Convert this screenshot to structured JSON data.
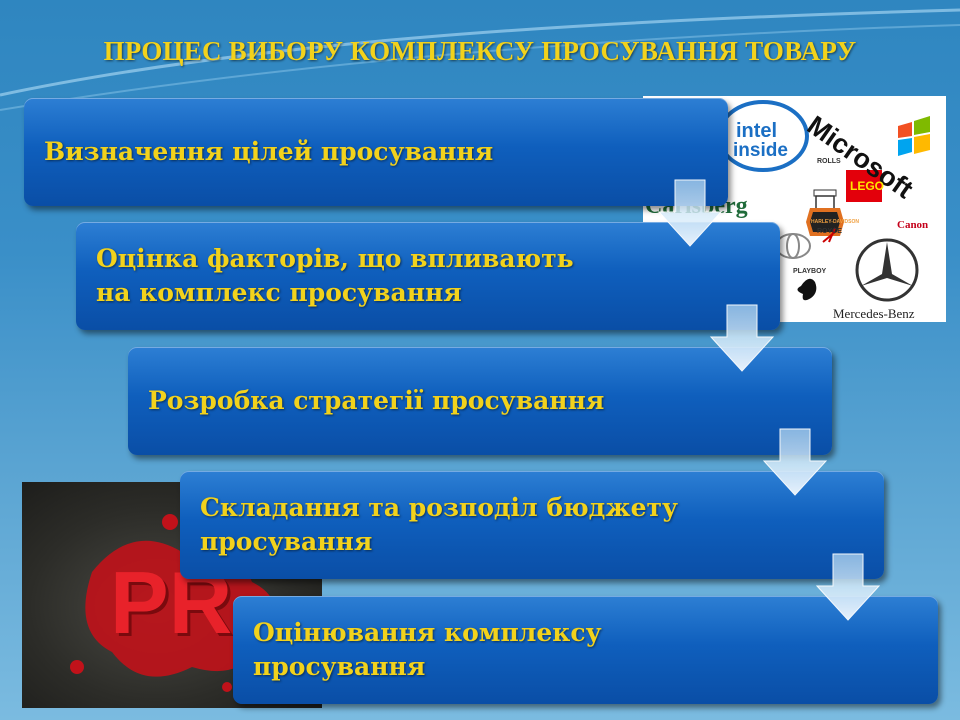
{
  "title": "ПРОЦЕС ВИБОРУ КОМПЛЕКСУ ПРОСУВАННЯ ТОВАРУ",
  "steps": [
    {
      "label": "Визначення цілей просування"
    },
    {
      "label": "Оцінка факторів, що впливають\nна комплекс просування"
    },
    {
      "label": "Розробка стратегії просування"
    },
    {
      "label": "Складання та розподіл бюджету\nпросування"
    },
    {
      "label": "Оцінювання комплексу\nпросування"
    }
  ],
  "logos": {
    "intel": "intel",
    "inside": "inside",
    "microsoft": "Microsoft",
    "lego": "LEGO",
    "canon": "Canon",
    "harley": "HARLEY-DAVIDSON",
    "playboy": "PLAYBOY",
    "mercedes": "Mercedes-Benz",
    "carlsberg": "Carlsberg",
    "rolls_royce_top": "ROLLS",
    "rolls_royce_bottom": "ROYCE"
  },
  "pr_image": {
    "text": "PR"
  },
  "colors": {
    "title": "#f2d21c",
    "step_text": "#f2d21c",
    "step_fill": "#0f5fbd",
    "arrow_fill": "#d6ecfa"
  }
}
